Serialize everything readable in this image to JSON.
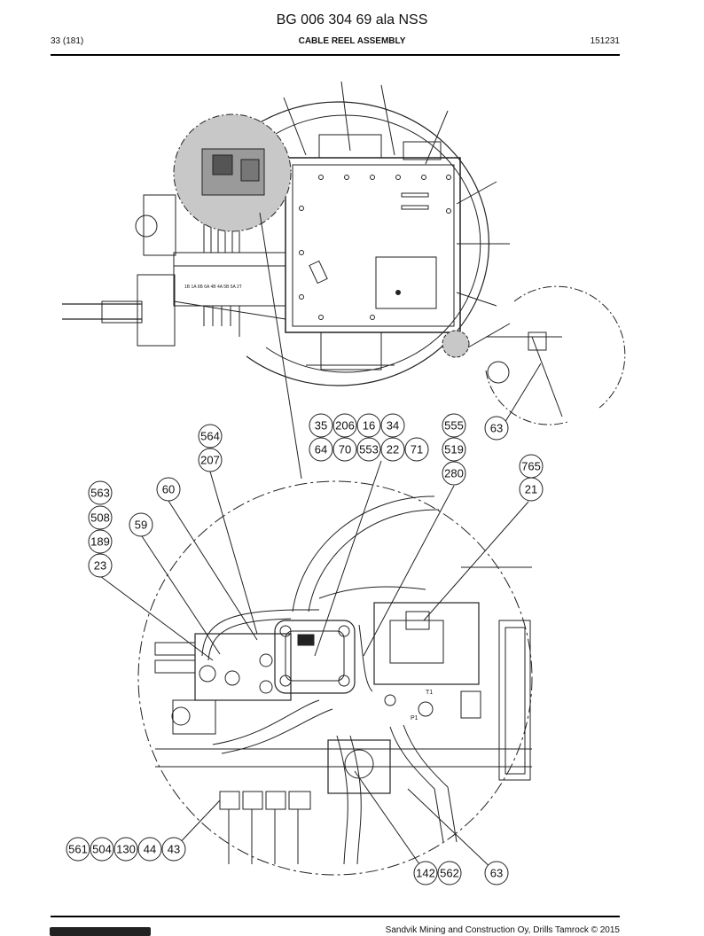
{
  "header": {
    "document_title": "BG 006 304 69 ala NSS",
    "page": "33 (181)",
    "section_title": "CABLE REEL ASSEMBLY",
    "date_code": "151231"
  },
  "drawing": {
    "block_labels": [
      "1B",
      "1A",
      "6B",
      "6A",
      "4B",
      "4A",
      "5B",
      "5A",
      "2T"
    ],
    "port_labels": [
      "T1",
      "P1"
    ]
  },
  "callouts": [
    {
      "id": "c35",
      "label": "35"
    },
    {
      "id": "c206",
      "label": "206"
    },
    {
      "id": "c16",
      "label": "16"
    },
    {
      "id": "c34",
      "label": "34"
    },
    {
      "id": "c555",
      "label": "555"
    },
    {
      "id": "c63a",
      "label": "63"
    },
    {
      "id": "c564",
      "label": "564"
    },
    {
      "id": "c64",
      "label": "64"
    },
    {
      "id": "c70",
      "label": "70"
    },
    {
      "id": "c553",
      "label": "553"
    },
    {
      "id": "c22",
      "label": "22"
    },
    {
      "id": "c71",
      "label": "71"
    },
    {
      "id": "c519",
      "label": "519"
    },
    {
      "id": "c207",
      "label": "207"
    },
    {
      "id": "c765",
      "label": "765"
    },
    {
      "id": "c280",
      "label": "280"
    },
    {
      "id": "c563",
      "label": "563"
    },
    {
      "id": "c60",
      "label": "60"
    },
    {
      "id": "c21",
      "label": "21"
    },
    {
      "id": "c508",
      "label": "508"
    },
    {
      "id": "c59",
      "label": "59"
    },
    {
      "id": "c189",
      "label": "189"
    },
    {
      "id": "c23",
      "label": "23"
    },
    {
      "id": "c561",
      "label": "561"
    },
    {
      "id": "c504",
      "label": "504"
    },
    {
      "id": "c130",
      "label": "130"
    },
    {
      "id": "c44",
      "label": "44"
    },
    {
      "id": "c43",
      "label": "43"
    },
    {
      "id": "c142",
      "label": "142"
    },
    {
      "id": "c562",
      "label": "562"
    },
    {
      "id": "c63b",
      "label": "63"
    }
  ],
  "footer": {
    "copyright": "Sandvik Mining and Construction Oy, Drills Tamrock © 2015"
  }
}
